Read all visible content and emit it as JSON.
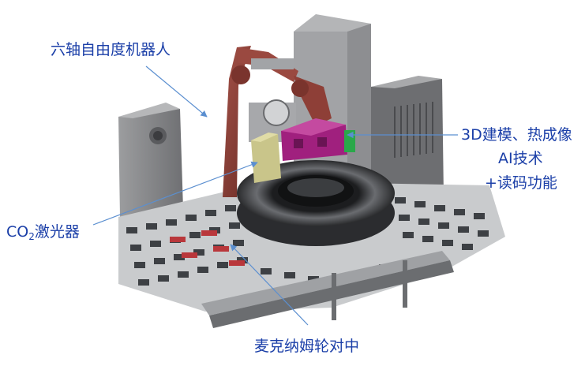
{
  "labels": {
    "robot": "六轴自由度机器人",
    "vision_line1": "3D建模、热成像",
    "vision_line2": "AI技术",
    "vision_line3": "+读码功能",
    "laser_prefix": "CO",
    "laser_sub": "2",
    "laser_suffix": "激光器",
    "centering": "麦克纳姆轮对中"
  },
  "colors": {
    "label_text": "#1b3fa8",
    "leader_line": "#5b8fd0",
    "robot_arm": "#8a3c34",
    "camera_block": "#a0207e",
    "laser_block": "#c9c58a",
    "green_unit": "#2aa84a",
    "machine_gray": "#8c8d8f",
    "conveyor_dark": "#3d4044"
  }
}
